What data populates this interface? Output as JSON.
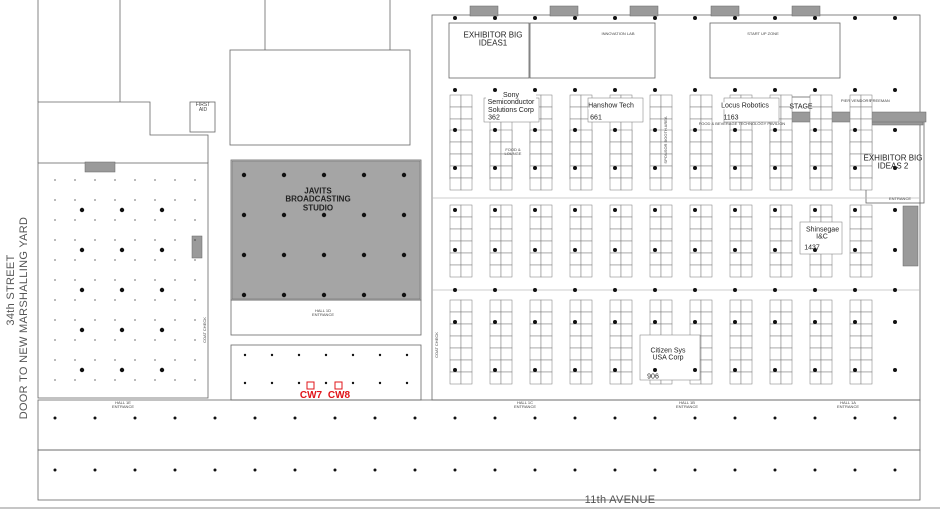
{
  "streets": {
    "street_34": "34th STREET",
    "door_marshalling": "DOOR TO NEW MARSHALLING YARD",
    "eleventh_avenue": "11th AVENUE"
  },
  "areas": {
    "first_aid": "FIRST AID",
    "broadcasting_studio": "JAVITS BROADCASTING STUDIO",
    "big_ideas_1": "EXHIBITOR BIG IDEAS1",
    "big_ideas_2": "EXHIBITOR BIG IDEAS 2",
    "innovation_lab": "INNOVATION LAB",
    "start_up_zone": "START UP ZONE",
    "stage": "STAGE",
    "fb_pavilion": "FOOD & BEVERAGE TECHNOLOGY PAVILION",
    "food_lounge": "FOOD & LOUNGE",
    "sponsor_booth_area": "SPONSOR BOOTH AREA",
    "entrance": "ENTRANCE",
    "coat_check": "COAT CHECK",
    "freeman": "FREEMAN",
    "pier_vendors": "PIER VENDORS"
  },
  "entrances": {
    "hall_1d": "HALL 1D ENTRANCE",
    "hall_1e": "HALL 1E ENTRANCE",
    "hall_1c": "HALL 1C ENTRANCE",
    "hall_1b": "HALL 1B ENTRANCE",
    "hall_1a": "HALL 1A ENTRANCE"
  },
  "markers": {
    "cw7": "CW7",
    "cw8": "CW8",
    "marker_color": "#e0141a"
  },
  "exhibitors": [
    {
      "name": "Sony Semiconductor Solutions Corp",
      "booth": "362"
    },
    {
      "name": "Hanshow Tech",
      "booth": "661"
    },
    {
      "name": "Locus Robotics",
      "booth": "1163"
    },
    {
      "name": "Shinsegae I&C",
      "booth": "1437"
    },
    {
      "name": "Citizen Sys USA Corp",
      "booth": "906"
    }
  ]
}
